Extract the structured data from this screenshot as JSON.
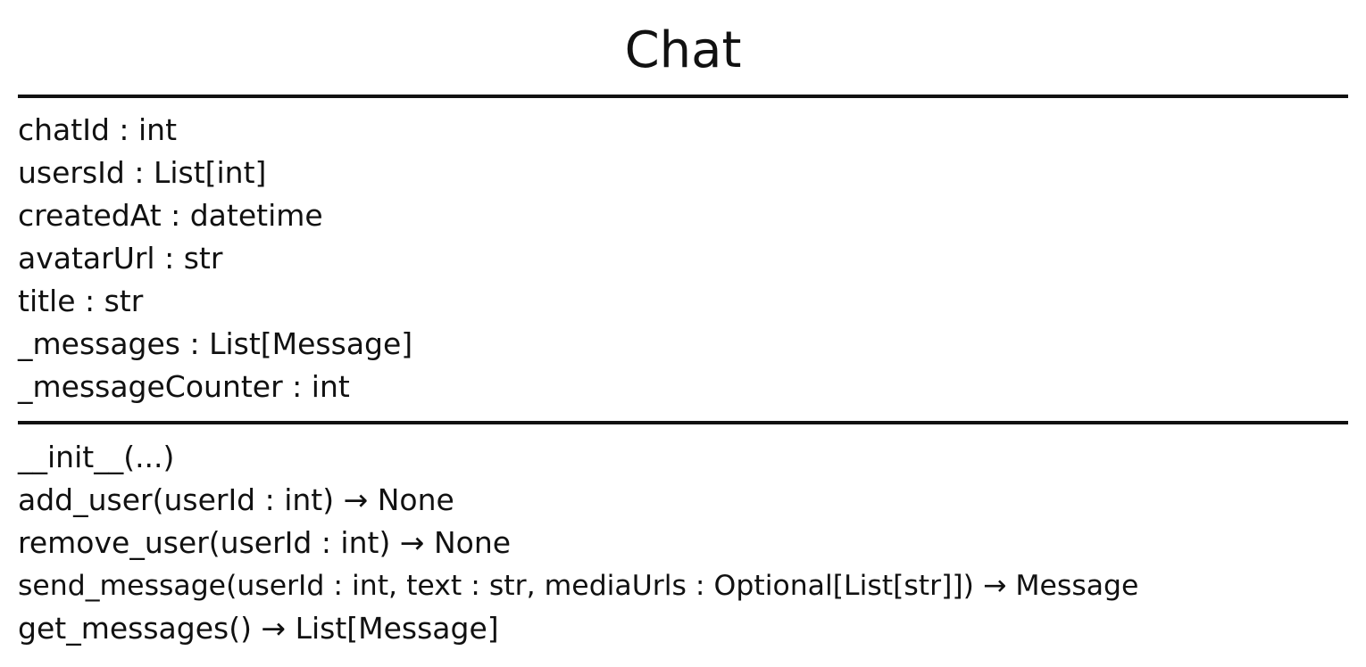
{
  "class": {
    "name": "Chat",
    "attributes": [
      "chatId : int",
      "usersId : List[int]",
      "createdAt : datetime",
      "avatarUrl : str",
      "title : str",
      "_messages : List[Message]",
      "_messageCounter : int"
    ],
    "methods": [
      "__init__(...)",
      "add_user(userId : int) → None",
      "remove_user(userId : int) → None",
      "send_message(userId : int, text : str, mediaUrls : Optional[List[str]]) → Message",
      "get_messages() → List[Message]"
    ]
  }
}
